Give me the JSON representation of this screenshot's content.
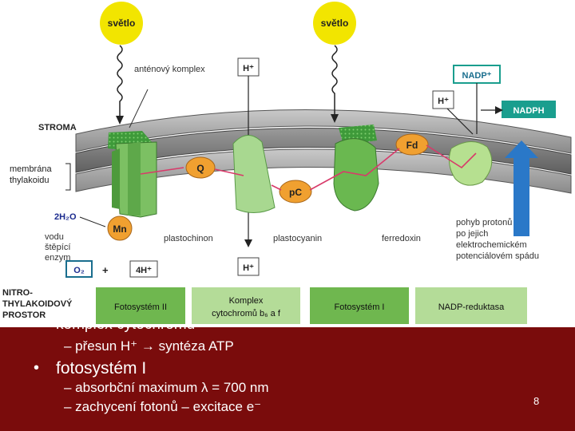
{
  "diagram": {
    "light_label": "světlo",
    "antenna_label": "anténový komplex",
    "stroma_label": "STROMA",
    "membrane_label": [
      "membrána",
      "thylakoidu"
    ],
    "h_plus": "H⁺",
    "nadp_plus": "NADP⁺",
    "nadph": "NADPH",
    "q_label": "Q",
    "pc_label": "pC",
    "fd_label": "Fd",
    "mn_label": "Mn",
    "water_label": "2H₂O",
    "water_splitting": [
      "vodu",
      "štěpící",
      "enzym"
    ],
    "o2_label": "O₂",
    "plus_sign": "+",
    "four_h": "4H⁺",
    "plastoquinone_label": "plastochinon",
    "plastocyanin_label": "plastocyanin",
    "ferredoxin_label": "ferredoxin",
    "proton_flow": [
      "pohyb protonů",
      "po jejich",
      "elektrochemickém",
      "potenciálovém spádu"
    ],
    "lumen_label": [
      "NITRO-",
      "THYLAKOIDOVÝ",
      "PROSTOR"
    ],
    "boxes": {
      "ps2": "Fotosystém II",
      "cyt_line1": "Komplex",
      "cyt_line2": "cytochromů b₆ a f",
      "ps1": "Fotosystém I",
      "nadp_reductase": "NADP-reduktasa"
    }
  },
  "slide": {
    "partial_heading": "komplex cytochromů",
    "sub1": "– přesun H⁺ → syntéza ATP",
    "bullet": "•",
    "heading": "fotosystém I",
    "sub2": "– absorbční maximum λ = 700 nm",
    "sub3": "– zachycení fotonů – excitace e⁻",
    "page_number": "8"
  },
  "colors": {
    "background_bottom": "#7a0c0c",
    "light_yellow": "#f2e500",
    "membrane_gray": "#8e8e8e",
    "protein_green": "#7cc063",
    "carrier_orange": "#f0a030",
    "nadph_teal": "#1a9e8e",
    "arrow_pink": "#d83a6a",
    "arrow_blue": "#2a78c8"
  }
}
